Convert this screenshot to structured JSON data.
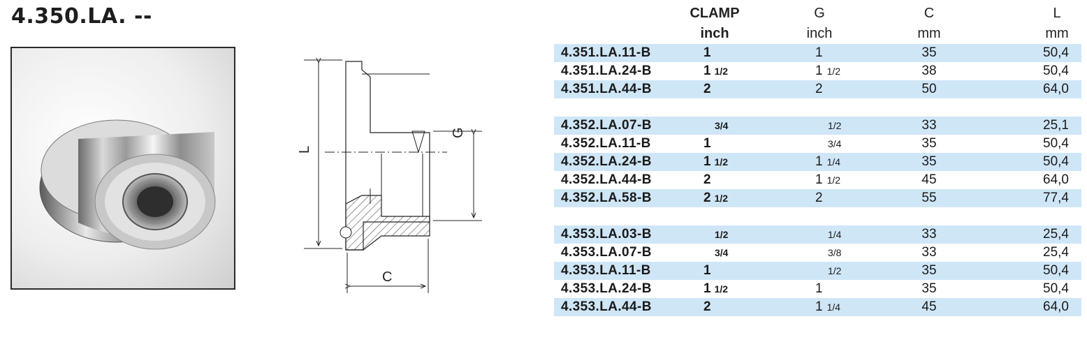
{
  "title": "4.350.LA. --",
  "drawing": {
    "dim_L": "L",
    "dim_G": "G",
    "dim_C": "C"
  },
  "table": {
    "headers": {
      "clamp": "CLAMP",
      "clamp_unit": "inch",
      "g": "G",
      "g_unit": "inch",
      "c": "C",
      "c_unit": "mm",
      "l": "L",
      "l_unit": "mm"
    },
    "groups": [
      [
        {
          "code": "4.351.LA.11-B",
          "clamp_whole": "1",
          "clamp_frac": "",
          "g_whole": "1",
          "g_frac": "",
          "c": "35",
          "l": "50,4"
        },
        {
          "code": "4.351.LA.24-B",
          "clamp_whole": "1",
          "clamp_frac": "1/2",
          "g_whole": "1",
          "g_frac": "1/2",
          "c": "38",
          "l": "50,4"
        },
        {
          "code": "4.351.LA.44-B",
          "clamp_whole": "2",
          "clamp_frac": "",
          "g_whole": "2",
          "g_frac": "",
          "c": "50",
          "l": "64,0"
        }
      ],
      [
        {
          "code": "4.352.LA.07-B",
          "clamp_whole": "",
          "clamp_frac": "3/4",
          "g_whole": "",
          "g_frac": "1/2",
          "c": "33",
          "l": "25,1"
        },
        {
          "code": "4.352.LA.11-B",
          "clamp_whole": "1",
          "clamp_frac": "",
          "g_whole": "",
          "g_frac": "3/4",
          "c": "35",
          "l": "50,4"
        },
        {
          "code": "4.352.LA.24-B",
          "clamp_whole": "1",
          "clamp_frac": "1/2",
          "g_whole": "1",
          "g_frac": "1/4",
          "c": "35",
          "l": "50,4"
        },
        {
          "code": "4.352.LA.44-B",
          "clamp_whole": "2",
          "clamp_frac": "",
          "g_whole": "1",
          "g_frac": "1/2",
          "c": "45",
          "l": "64,0"
        },
        {
          "code": "4.352.LA.58-B",
          "clamp_whole": "2",
          "clamp_frac": "1/2",
          "g_whole": "2",
          "g_frac": "",
          "c": "55",
          "l": "77,4"
        }
      ],
      [
        {
          "code": "4.353.LA.03-B",
          "clamp_whole": "",
          "clamp_frac": "1/2",
          "g_whole": "",
          "g_frac": "1/4",
          "c": "33",
          "l": "25,4"
        },
        {
          "code": "4.353.LA.07-B",
          "clamp_whole": "",
          "clamp_frac": "3/4",
          "g_whole": "",
          "g_frac": "3/8",
          "c": "33",
          "l": "25,4"
        },
        {
          "code": "4.353.LA.11-B",
          "clamp_whole": "1",
          "clamp_frac": "",
          "g_whole": "",
          "g_frac": "1/2",
          "c": "35",
          "l": "50,4"
        },
        {
          "code": "4.353.LA.24-B",
          "clamp_whole": "1",
          "clamp_frac": "1/2",
          "g_whole": "1",
          "g_frac": "",
          "c": "35",
          "l": "50,4"
        },
        {
          "code": "4.353.LA.44-B",
          "clamp_whole": "2",
          "clamp_frac": "",
          "g_whole": "1",
          "g_frac": "1/4",
          "c": "45",
          "l": "64,0"
        }
      ]
    ]
  },
  "colors": {
    "row_highlight": "#cfe6f7",
    "text": "#1a1a1a"
  }
}
